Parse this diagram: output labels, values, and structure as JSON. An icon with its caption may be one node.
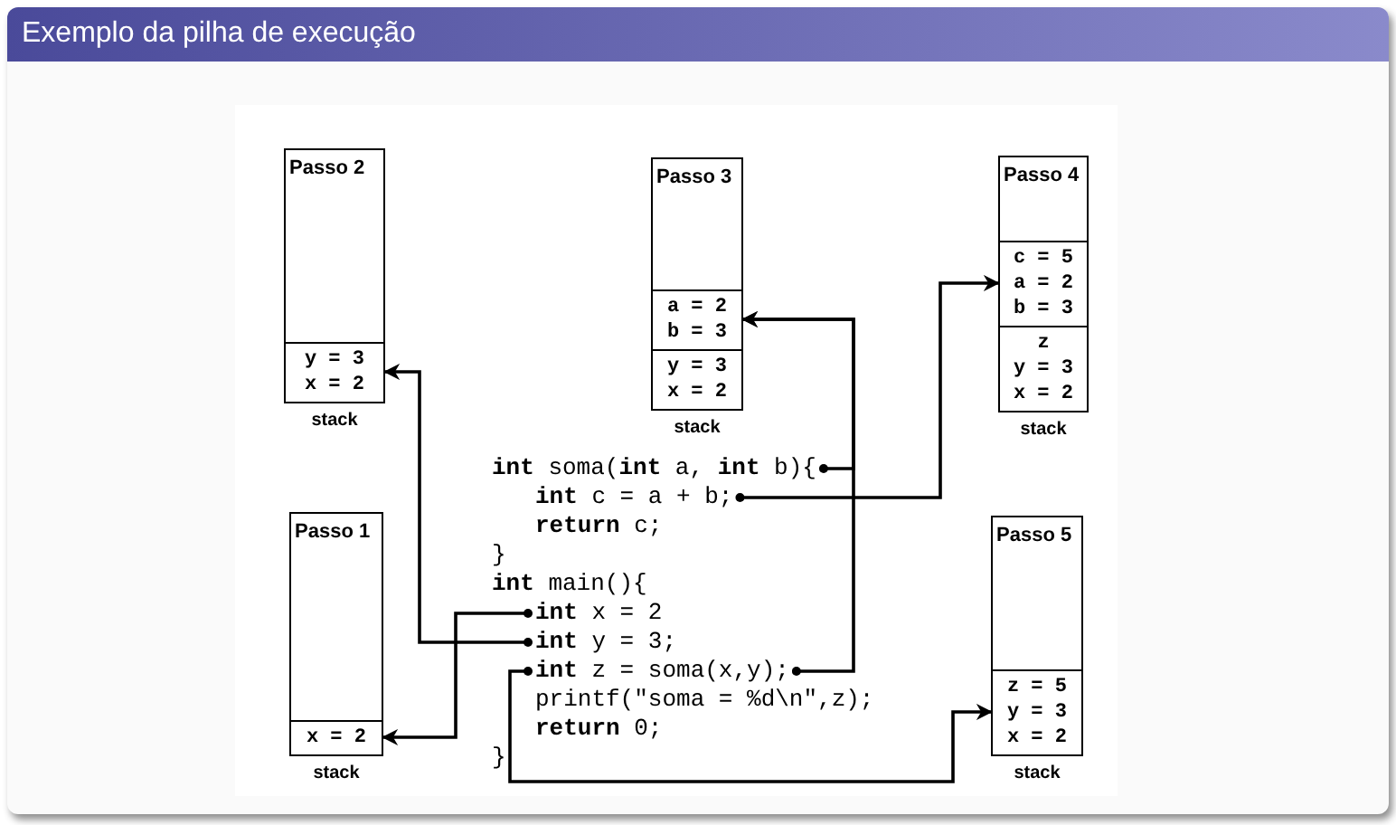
{
  "diagram": {
    "title": "Exemplo da pilha de execução",
    "nodes": [
      {
        "text": [
          "Passo 2"
        ],
        "beside": [
          "stack"
        ]
      },
      {
        "text": [
          "y = 3",
          "x = 2"
        ],
        "in": 0
      },
      {
        "text": [
          "Passo 3"
        ],
        "beside": [
          "stack"
        ]
      },
      {
        "text": [
          "a = 2",
          "b = 3"
        ],
        "in": 2
      },
      {
        "text": [
          "y = 3",
          "x = 2"
        ],
        "in": 2
      },
      {
        "text": [
          "Passo 4"
        ],
        "beside": [
          "stack"
        ]
      },
      {
        "text": [
          "c = 5",
          "a = 2",
          "b = 3"
        ],
        "in": 5
      },
      {
        "text": [
          "z",
          "y = 3",
          "x = 2"
        ],
        "in": 5
      },
      {
        "text": [
          "**int** soma(**int** a, **int** b){"
        ]
      },
      {
        "text": [
          "**int** c = a + b;"
        ]
      },
      {
        "text": [
          "**int** x = 2"
        ]
      },
      {
        "text": [
          "**int** y = 3;"
        ]
      },
      {
        "text": [
          "**int** z = soma(x,y);"
        ]
      },
      {
        "text": [
          "Passo 1"
        ],
        "beside": [
          "stack"
        ]
      },
      {
        "text": [
          "x = 2"
        ],
        "in": 13
      },
      {
        "text": [
          "Passo 5"
        ],
        "beside": [
          "stack"
        ]
      },
      {
        "text": [
          "z = 5",
          "y = 3",
          "x = 2"
        ],
        "in": 15
      }
    ],
    "edges": [
      {
        "from": 10,
        "to": 14,
        "arrow": "to"
      },
      {
        "from": 11,
        "to": 1,
        "arrow": "to"
      },
      {
        "from": 12,
        "to": 3,
        "arrow": "to"
      },
      {
        "from": 8,
        "to": 3,
        "arrow": "to"
      },
      {
        "from": 9,
        "to": 6,
        "arrow": "to"
      },
      {
        "from": 12,
        "to": 16,
        "arrow": "to"
      }
    ],
    "labels": [
      "**return** c;",
      "}",
      "**int** main(){",
      "printf(\"soma = %d\\n\",z);",
      "**return** 0;",
      "}"
    ]
  }
}
